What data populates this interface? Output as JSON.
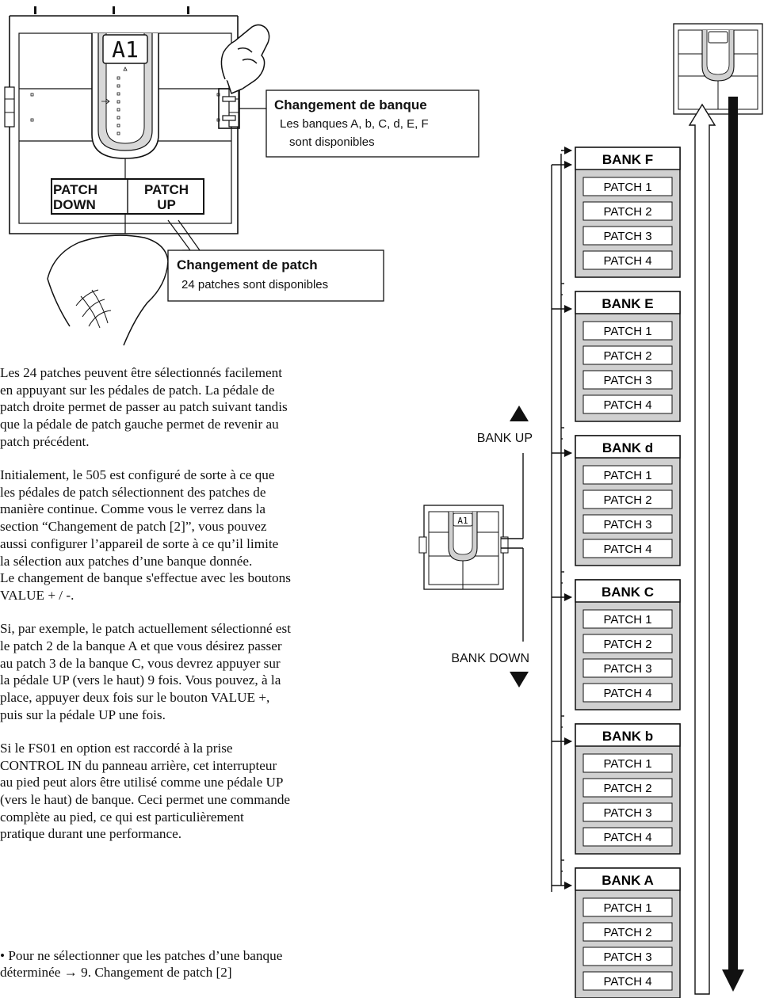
{
  "pedal_top": {
    "display": "A1",
    "patch_down_label": [
      "PATCH",
      "DOWN"
    ],
    "patch_up_label": [
      "PATCH",
      "UP"
    ]
  },
  "callouts": {
    "bank_change": {
      "title": "Changement de banque",
      "line1": "Les banques A, b, C, d, E, F",
      "line2": "sont disponibles"
    },
    "patch_change": {
      "title": "Changement de patch",
      "line1": "24 patches sont disponibles"
    }
  },
  "side": {
    "bank_up": "BANK UP",
    "bank_down": "BANK DOWN",
    "display": "A1"
  },
  "banks": [
    {
      "name": "BANK F",
      "patches": [
        "PATCH 1",
        "PATCH 2",
        "PATCH 3",
        "PATCH 4"
      ]
    },
    {
      "name": "BANK E",
      "patches": [
        "PATCH 1",
        "PATCH 2",
        "PATCH 3",
        "PATCH 4"
      ]
    },
    {
      "name": "BANK d",
      "patches": [
        "PATCH 1",
        "PATCH 2",
        "PATCH 3",
        "PATCH 4"
      ]
    },
    {
      "name": "BANK C",
      "patches": [
        "PATCH 1",
        "PATCH 2",
        "PATCH 3",
        "PATCH 4"
      ]
    },
    {
      "name": "BANK b",
      "patches": [
        "PATCH 1",
        "PATCH 2",
        "PATCH 3",
        "PATCH 4"
      ]
    },
    {
      "name": "BANK A",
      "patches": [
        "PATCH 1",
        "PATCH 2",
        "PATCH 3",
        "PATCH 4"
      ]
    }
  ],
  "text": {
    "p1": [
      "Les 24 patches peuvent être sélectionnés facilement",
      "en appuyant sur les pédales de patch. La pédale de",
      "patch droite permet de passer au patch suivant tandis",
      "que la pédale de patch gauche permet de revenir au",
      "patch précédent."
    ],
    "p2": [
      "Initialement, le 505 est configuré de sorte à ce que",
      "les pédales de patch sélectionnent des patches de",
      "manière continue. Comme vous le verrez dans la",
      "section “Changement de patch [2]”, vous pouvez",
      "aussi configurer l’appareil de sorte à ce qu’il limite",
      "la sélection aux patches d’une banque donnée.",
      "Le changement de banque s'effectue avec les boutons",
      "VALUE + / -."
    ],
    "p3": [
      "Si, par exemple, le patch actuellement sélectionné est",
      "le patch 2 de la banque A et que vous désirez passer",
      "au patch 3 de la banque C, vous devrez appuyer sur",
      "la pédale UP (vers le haut) 9 fois. Vous pouvez, à la",
      "place, appuyer deux fois sur le bouton VALUE +,",
      "puis sur la pédale UP une fois."
    ],
    "p4": [
      "Si le FS01 en option est raccordé à la prise",
      "CONTROL IN du panneau arrière, cet interrupteur",
      "au pied peut alors être utilisé comme une pédale UP",
      "(vers le haut) de banque. Ceci permet une commande",
      "complète au pied, ce qui est particulièrement",
      "pratique durant une performance."
    ],
    "bullet": [
      "•  Pour ne sélectionner que les patches d’une banque",
      "    déterminée → 9. Changement de patch [2]"
    ]
  }
}
